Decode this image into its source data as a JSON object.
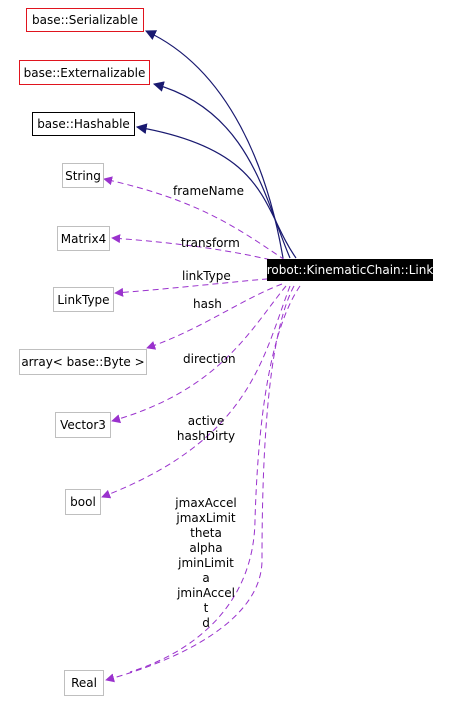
{
  "nodes": {
    "serializable": "base::Serializable",
    "externalizable": "base::Externalizable",
    "hashable": "base::Hashable",
    "string": "String",
    "matrix4": "Matrix4",
    "link_type": "LinkType",
    "byte_array": "array< base::Byte >",
    "vector3": "Vector3",
    "bool": "bool",
    "real": "Real",
    "main": "robot::KinematicChain::Link"
  },
  "edge_labels": {
    "frame_name": "frameName",
    "transform": "transform",
    "link_type": "linkType",
    "hash": "hash",
    "direction": "direction",
    "bool_members": [
      "active",
      "hashDirty"
    ],
    "real_members": [
      "jmaxAccel",
      "jmaxLimit",
      "theta",
      "alpha",
      "jminLimit",
      "a",
      "jminAccel",
      "t",
      "d"
    ]
  },
  "colors": {
    "inheritance_edge": "#191970",
    "usage_edge": "#9a32cd",
    "external_border": "#e0141e",
    "class_border": "#000000",
    "undocumented_border": "#bfbfbf"
  }
}
